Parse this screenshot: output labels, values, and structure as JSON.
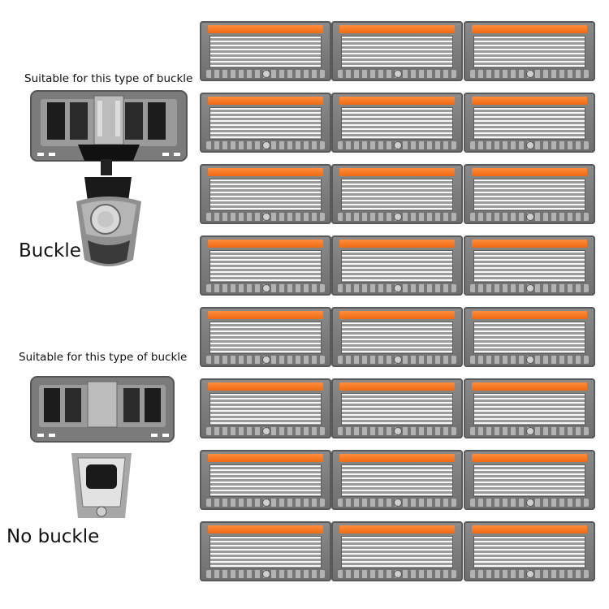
{
  "top_section": {
    "caption": "Suitable for this type of buckle",
    "label": "Buckle"
  },
  "bottom_section": {
    "caption": "Suitable for this type of buckle",
    "label": "No buckle"
  },
  "colors": {
    "blade_strip": "#f07a20",
    "cartridge_body": "#7a7a7a",
    "blades": "#f7f7f7"
  },
  "icons": [
    "razor-cartridge-image",
    "buckle-handle-image",
    "no-buckle-handle-image"
  ]
}
